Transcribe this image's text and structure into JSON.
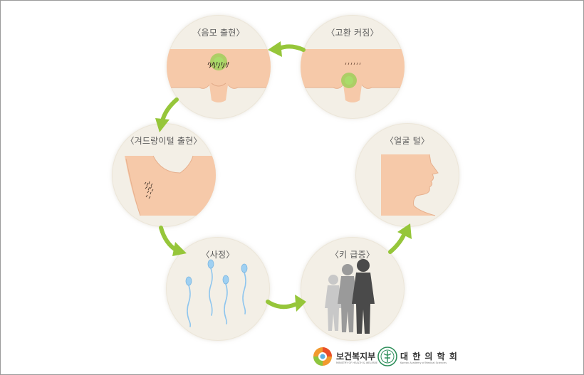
{
  "stages": [
    {
      "key": "pubic-hair",
      "label": "〈음모 출현〉"
    },
    {
      "key": "testes",
      "label": "〈고환 커짐〉"
    },
    {
      "key": "armpit-hair",
      "label": "〈겨드랑이털 출현〉"
    },
    {
      "key": "facial-hair",
      "label": "〈얼굴 털〉"
    },
    {
      "key": "ejaculation",
      "label": "〈사정〉"
    },
    {
      "key": "growth",
      "label": "〈키 급증〉"
    }
  ],
  "logos": {
    "ministry": {
      "name": "보건복지부",
      "sub": "MINISTRY OF HEALTH & WELFARE"
    },
    "academy": {
      "name": "대 한 의 학 회",
      "sub": "Korean Academy of Medical Sciences"
    }
  },
  "colors": {
    "arrow": "#96c63a",
    "skin": "#f6c9a9",
    "circle": "#f3efe6",
    "highlight": "#8ed04a",
    "sperm": "#8fc6ee",
    "silhouette": "#4a4a4a"
  }
}
